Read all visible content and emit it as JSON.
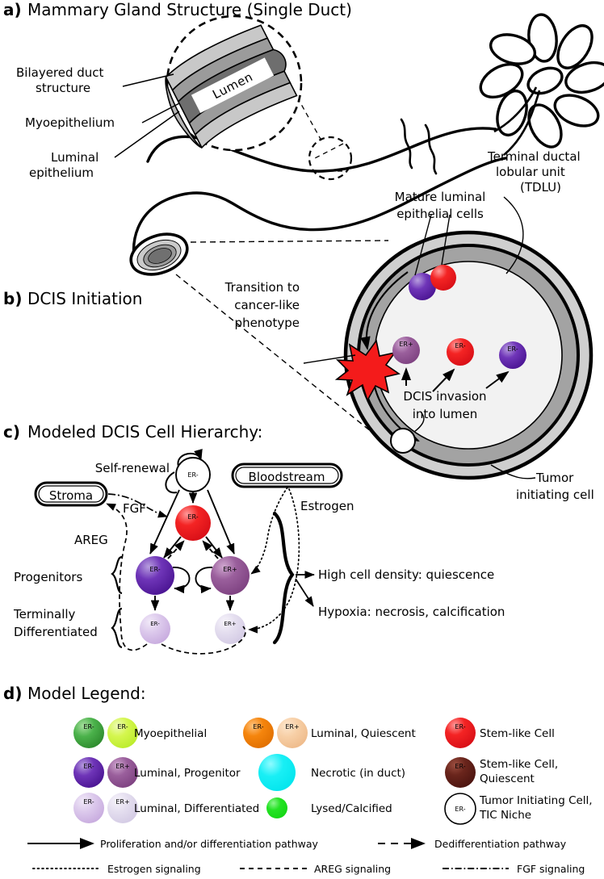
{
  "figure": {
    "panels": [
      {
        "letter": "a)",
        "title": "Mammary Gland Structure (Single Duct)"
      },
      {
        "letter": "b)",
        "title": "DCIS Initiation"
      },
      {
        "letter": "c)",
        "title": "Modeled DCIS Cell Hierarchy:"
      },
      {
        "letter": "d)",
        "title": "Model Legend:"
      }
    ]
  },
  "panel_a": {
    "labels": {
      "bilayered_l1": "Bilayered duct",
      "bilayered_l2": "structure",
      "myoepithelium": "Myoepithelium",
      "luminal_l1": "Luminal",
      "luminal_l2": "epithelium",
      "lumen": "Lumen",
      "tdlu_l1": "Terminal ductal",
      "tdlu_l2": "lobular unit",
      "tdlu_l3": "(TDLU)"
    },
    "colors": {
      "myoepithelium_band": "#c8c8c8",
      "luminal_band": "#8f8f8f",
      "lumen_fill": "#6e6e6e",
      "outline": "#000000"
    }
  },
  "panel_b": {
    "labels": {
      "mature_l1": "Mature luminal",
      "mature_l2": "epithelial cells",
      "transition_l1": "Transition to",
      "transition_l2": "cancer-like",
      "transition_l3": "phenotype",
      "invasion_l1": "DCIS invasion",
      "invasion_l2": "into lumen",
      "tic_l1": "Tumor",
      "tic_l2": "initiating cell"
    },
    "duct_cells": [
      {
        "id": "wall-purple",
        "label": "",
        "type": "luminal-progenitor-er-neg"
      },
      {
        "id": "wall-red",
        "label": "",
        "type": "stem-like"
      }
    ],
    "lumen_cells": [
      {
        "id": "lumen-erpos",
        "label": "ER+",
        "type": "luminal-progenitor-er-pos"
      },
      {
        "id": "lumen-stem",
        "label": "ER-",
        "type": "stem-like"
      },
      {
        "id": "lumen-erneg",
        "label": "ER-",
        "type": "luminal-progenitor-er-neg"
      }
    ],
    "tic": {
      "label": "",
      "type": "tumor-initiating-cell"
    },
    "colors": {
      "outer_band": "#c9c9c9",
      "inner_band": "#a0a0a0",
      "lumen": "#f2f2f2",
      "star": "#f41b1b"
    }
  },
  "panel_c": {
    "labels": {
      "self_renewal": "Self-renewal",
      "stroma": "Stroma",
      "bloodstream": "Bloodstream",
      "fgf": "FGF",
      "areg": "AREG",
      "estrogen": "Estrogen",
      "progenitors": "Progenitors",
      "terminally_l1": "Terminally",
      "terminally_l2": "Differentiated",
      "outcome1": "High cell density: quiescence",
      "outcome2": "Hypoxia: necrosis, calcification"
    },
    "nodes": [
      {
        "id": "tic",
        "label": "ER-",
        "type": "tumor-initiating-cell"
      },
      {
        "id": "stem",
        "label": "ER-",
        "type": "stem-like"
      },
      {
        "id": "prog-neg",
        "label": "ER-",
        "type": "luminal-progenitor-er-neg"
      },
      {
        "id": "prog-pos",
        "label": "ER+",
        "type": "luminal-progenitor-er-pos"
      },
      {
        "id": "diff-neg",
        "label": "ER-",
        "type": "luminal-differentiated-er-neg"
      },
      {
        "id": "diff-pos",
        "label": "ER+",
        "type": "luminal-differentiated-er-pos"
      }
    ]
  },
  "panel_d": {
    "rows": [
      {
        "id": "myoepithelial",
        "label": "Myoepithelial",
        "cells": [
          {
            "label": "ER-",
            "color": "#3aa03a"
          },
          {
            "label": "ER-",
            "color": "#c6f23a"
          }
        ]
      },
      {
        "id": "luminal-progenitor",
        "label": "Luminal, Progenitor",
        "cells": [
          {
            "label": "ER-",
            "color": "#5b21a0"
          },
          {
            "label": "ER+",
            "color": "#8e5591"
          }
        ]
      },
      {
        "id": "luminal-differentiated",
        "label": "Luminal, Differentiated",
        "cells": [
          {
            "label": "ER-",
            "color": "#cdb2e0"
          },
          {
            "label": "ER+",
            "color": "#ddd5ea"
          }
        ]
      },
      {
        "id": "luminal-quiescent",
        "label": "Luminal, Quiescent",
        "cells": [
          {
            "label": "ER-",
            "color": "#f07d0a"
          },
          {
            "label": "ER+",
            "color": "#f6cba3"
          }
        ]
      },
      {
        "id": "necrotic",
        "label": "Necrotic (in duct)",
        "cells": [
          {
            "label": "",
            "color": "#18eef4"
          }
        ]
      },
      {
        "id": "lysed-calcified",
        "label": "Lysed/Calcified",
        "cells": [
          {
            "label": "",
            "color": "#22e122"
          }
        ]
      },
      {
        "id": "stem-like-cell",
        "label": "Stem-like Cell",
        "cells": [
          {
            "label": "ER-",
            "color": "#ec1c24"
          }
        ]
      },
      {
        "id": "stem-like-quiescent",
        "label_l1": "Stem-like Cell,",
        "label_l2": "Quiescent",
        "cells": [
          {
            "label": "ER-",
            "color": "#5d1f17"
          }
        ]
      },
      {
        "id": "tumor-initiating-cell",
        "label_l1": "Tumor Initiating Cell,",
        "label_l2": "TIC Niche",
        "cells": [
          {
            "label": "ER-",
            "color": "#ffffff"
          }
        ]
      }
    ],
    "pathways": [
      {
        "id": "proliferation",
        "label": "Proliferation and/or differentiation pathway",
        "style": "solid-arrow"
      },
      {
        "id": "dedifferentiation",
        "label": "Dedifferentiation pathway",
        "style": "dashed-arrow"
      },
      {
        "id": "estrogen-signaling",
        "label": "Estrogen signaling",
        "style": "dotted"
      },
      {
        "id": "areg-signaling",
        "label": "AREG signaling",
        "style": "dashed"
      },
      {
        "id": "fgf-signaling",
        "label": "FGF signaling",
        "style": "dashdot"
      }
    ]
  }
}
